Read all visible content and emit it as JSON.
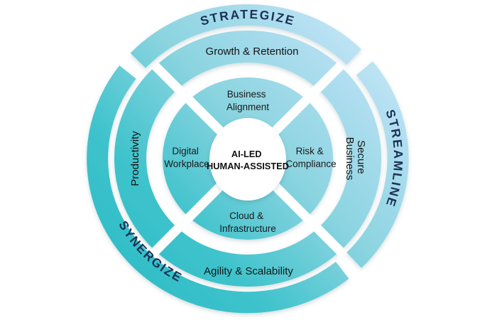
{
  "diagram": {
    "center": {
      "lines": [
        "AI-LED",
        "HUMAN-ASSISTED"
      ]
    },
    "quadrants": {
      "top": {
        "lines": [
          "Business",
          "Alignment"
        ]
      },
      "right": {
        "lines": [
          "Risk &",
          "Compliance"
        ]
      },
      "bottom": {
        "lines": [
          "Cloud &",
          "Infrastructure"
        ]
      },
      "left": {
        "lines": [
          "Digital",
          "Workplace"
        ]
      }
    },
    "middle_ring": {
      "top": "Growth & Retention",
      "right": {
        "lines": [
          "Secure",
          "Business"
        ]
      },
      "bottom": "Agility & Scalability",
      "left": "Productivity"
    },
    "outer_ring": {
      "top": "STRATEGIZE",
      "right": "STREAMLINE",
      "bottom_left": "SYNERGIZE"
    },
    "colors": {
      "g0": "#25bac4",
      "g1": "#3fc3cc",
      "g2": "#8bd4e0",
      "g3": "#b0def0",
      "g4": "#d8effa",
      "label_navy": "#1d3054",
      "label_dark": "#1a1a1a"
    }
  }
}
